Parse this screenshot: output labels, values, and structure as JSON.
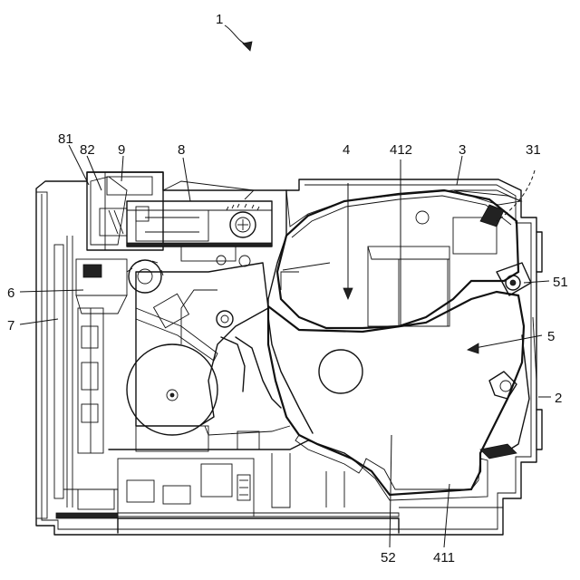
{
  "figure": {
    "labels": {
      "device": "1",
      "housing": "2",
      "cover": "3",
      "unit_4": "4",
      "unit_5": "5",
      "part_6": "6",
      "part_7": "7",
      "part_8": "8",
      "part_9": "9",
      "part_31": "31",
      "part_51": "51",
      "part_52": "52",
      "part_81": "81",
      "part_82": "82",
      "part_411": "411",
      "part_412": "412"
    }
  }
}
